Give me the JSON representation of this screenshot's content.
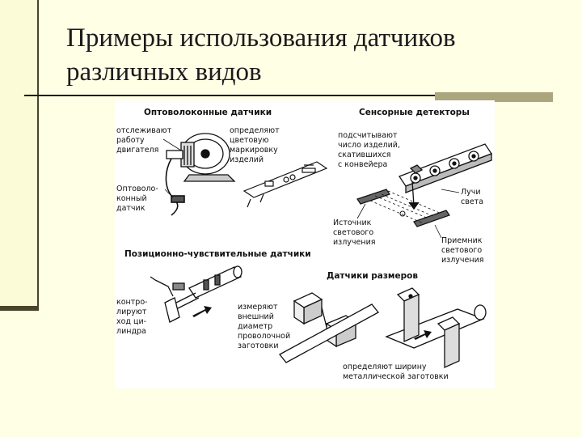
{
  "slide": {
    "title_line1": "Примеры использования датчиков",
    "title_line2": "различных видов"
  },
  "figure": {
    "sections": {
      "fiber": "Оптоволоконные датчики",
      "sensor": "Сенсорные детекторы",
      "position": "Позиционно-чувствительные датчики",
      "size": "Датчики размеров"
    },
    "labels": {
      "fiber_a": [
        "отслеживают",
        "работу",
        "двигателя"
      ],
      "fiber_b": [
        "Оптоволо-",
        "конный",
        "датчик"
      ],
      "fiber_c": [
        "определяют",
        "цветовую",
        "маркировку",
        "изделий"
      ],
      "sensor_a": [
        "подсчитывают",
        "число изделий,",
        "скатившихся",
        "с конвейера"
      ],
      "sensor_b": [
        "Лучи",
        "света"
      ],
      "sensor_c": [
        "Источник",
        "светового",
        "излучения"
      ],
      "sensor_d": [
        "Приемник",
        "светового",
        "излучения"
      ],
      "position_a": [
        "контро-",
        "лируют",
        "ход ци-",
        "линдра"
      ],
      "size_a": [
        "измеряют",
        "внешний",
        "диаметр",
        "проволочной",
        "заготовки"
      ],
      "size_b": [
        "определяют ширину",
        "металлической заготовки"
      ]
    }
  }
}
